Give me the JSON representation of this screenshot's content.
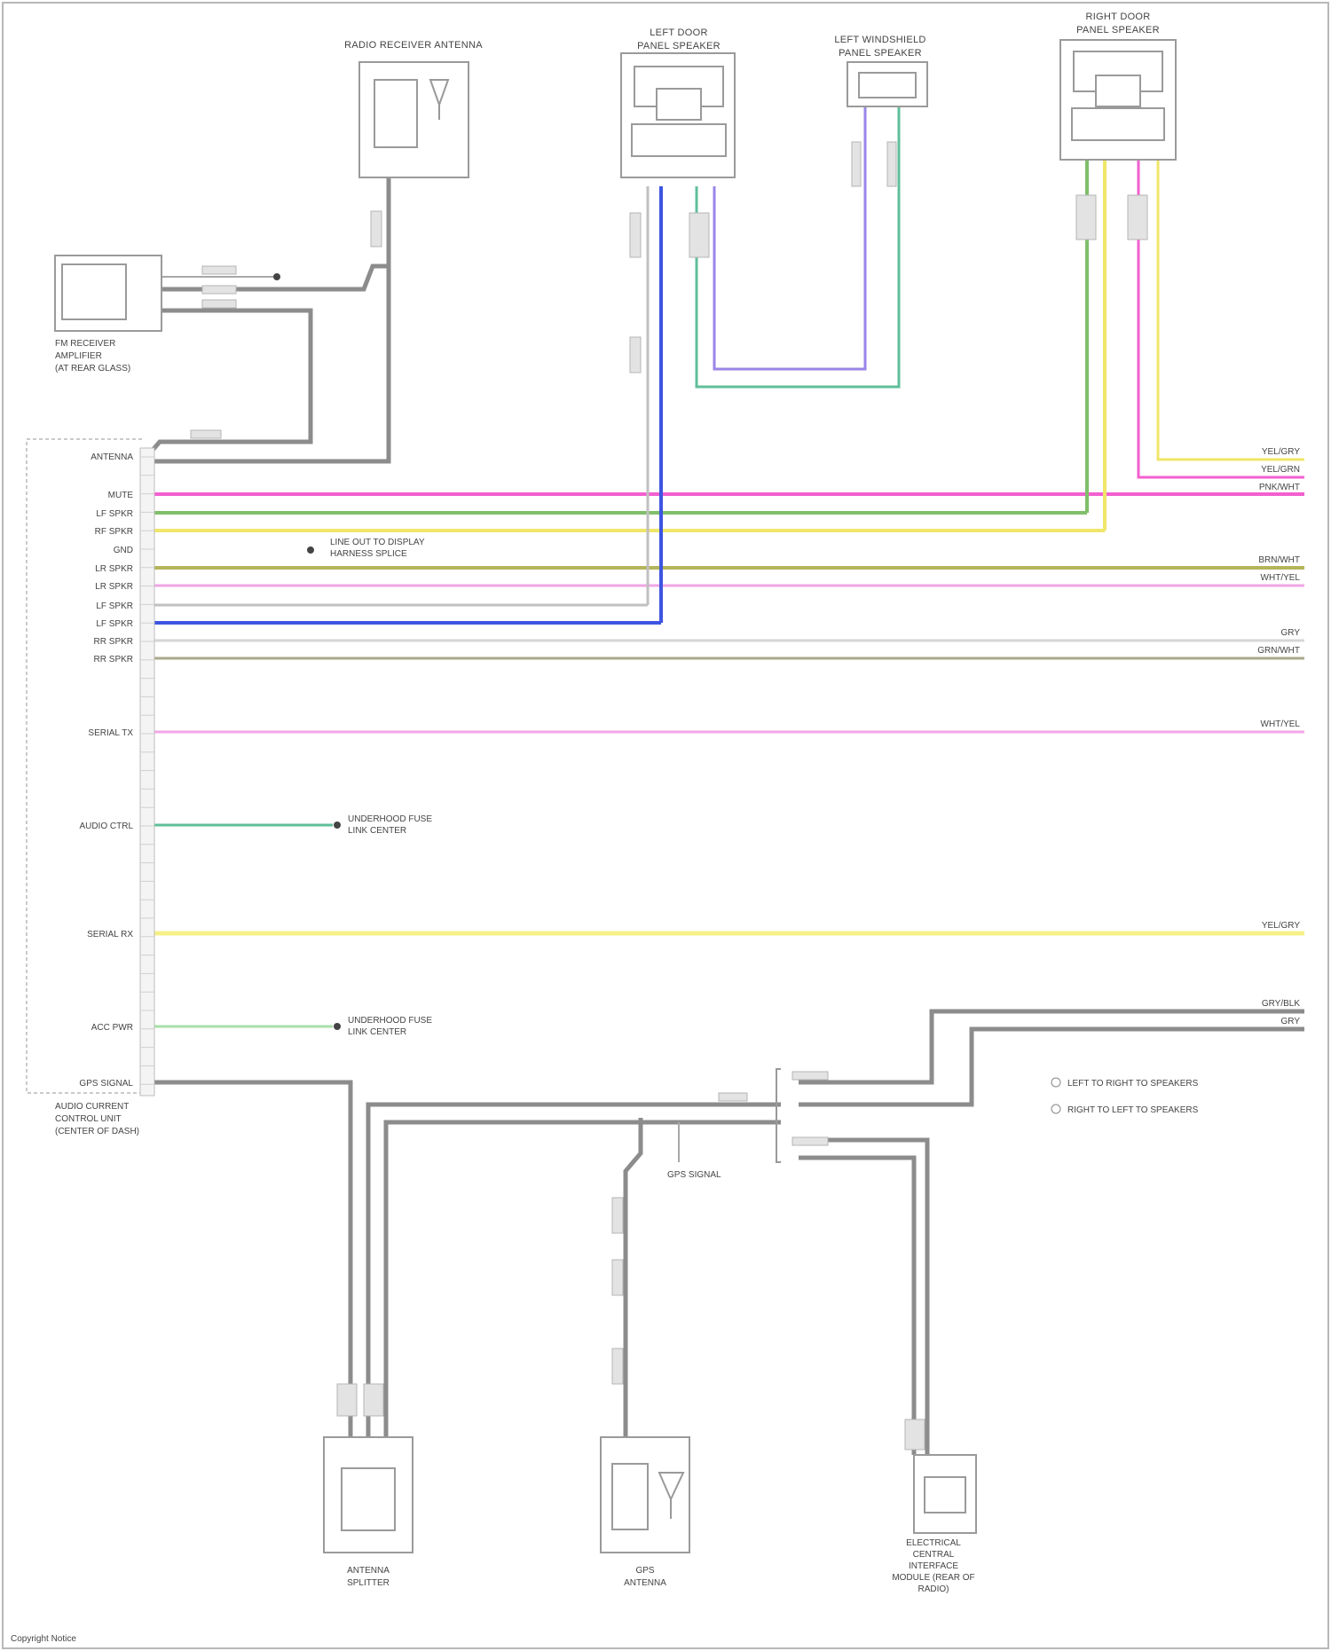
{
  "components": {
    "radio_receiver_antenna": "RADIO RECEIVER ANTENNA",
    "left_door_speaker": [
      "LEFT DOOR",
      "PANEL SPEAKER"
    ],
    "left_windshield_speaker": [
      "LEFT WINDSHIELD",
      "PANEL SPEAKER"
    ],
    "right_door_speaker": [
      "RIGHT DOOR",
      "PANEL SPEAKER"
    ],
    "fm_amplifier": [
      "FM RECEIVER",
      "AMPLIFIER",
      "(AT REAR GLASS)"
    ],
    "audio_module": [
      "AUDIO CURRENT",
      "CONTROL UNIT",
      "(CENTER OF DASH)"
    ],
    "antenna_splitter": [
      "ANTENNA",
      "SPLITTER"
    ],
    "gps_antenna": [
      "GPS",
      "ANTENNA"
    ],
    "electrical_center": [
      "ELECTRICAL",
      "CENTRAL",
      "INTERFACE",
      "MODULE (REAR OF",
      "RADIO)"
    ]
  },
  "pin_labels": [
    "ANTENNA",
    "MUTE",
    "LF SPKR",
    "RF SPKR",
    "GND",
    "LR SPKR",
    "LR SPKR",
    "LF SPKR",
    "LF SPKR",
    "RR SPKR",
    "RR SPKR",
    "SERIAL TX",
    "AUDIO CTRL",
    "SERIAL RX",
    "ACC PWR",
    "GPS SIGNAL"
  ],
  "notes": {
    "line_out_harness": "LINE OUT TO DISPLAY",
    "harness_ref": "HARNESS SPLICE",
    "underhood_a": [
      "UNDERHOOD FUSE",
      "LINK CENTER"
    ],
    "underhood_b": [
      "UNDERHOOD FUSE",
      "LINK CENTER"
    ],
    "gps_signal": "GPS SIGNAL",
    "legend_a": "LEFT TO RIGHT TO SPEAKERS",
    "legend_b": "RIGHT TO LEFT TO SPEAKERS",
    "footer": "Copyright Notice"
  },
  "right_edge_labels": [
    "YEL/GRY",
    "YEL/GRN",
    "PNK/WHT",
    "BRN/WHT",
    "WHT/YEL",
    "GRY",
    "GRN/WHT",
    "WHT/YEL",
    "YEL/GRY",
    "GRY/BLK",
    "GRY"
  ],
  "wire_colors": {
    "gray": "#8c8c8c",
    "pink": "#f35fd0",
    "green": "#7fbf6a",
    "yellow": "#f0e66a",
    "olive": "#b4b45a",
    "purple": "#9a86e8",
    "blue": "#3d55e0",
    "teal": "#5fbf9a",
    "lightgray": "#c8c8c8"
  }
}
